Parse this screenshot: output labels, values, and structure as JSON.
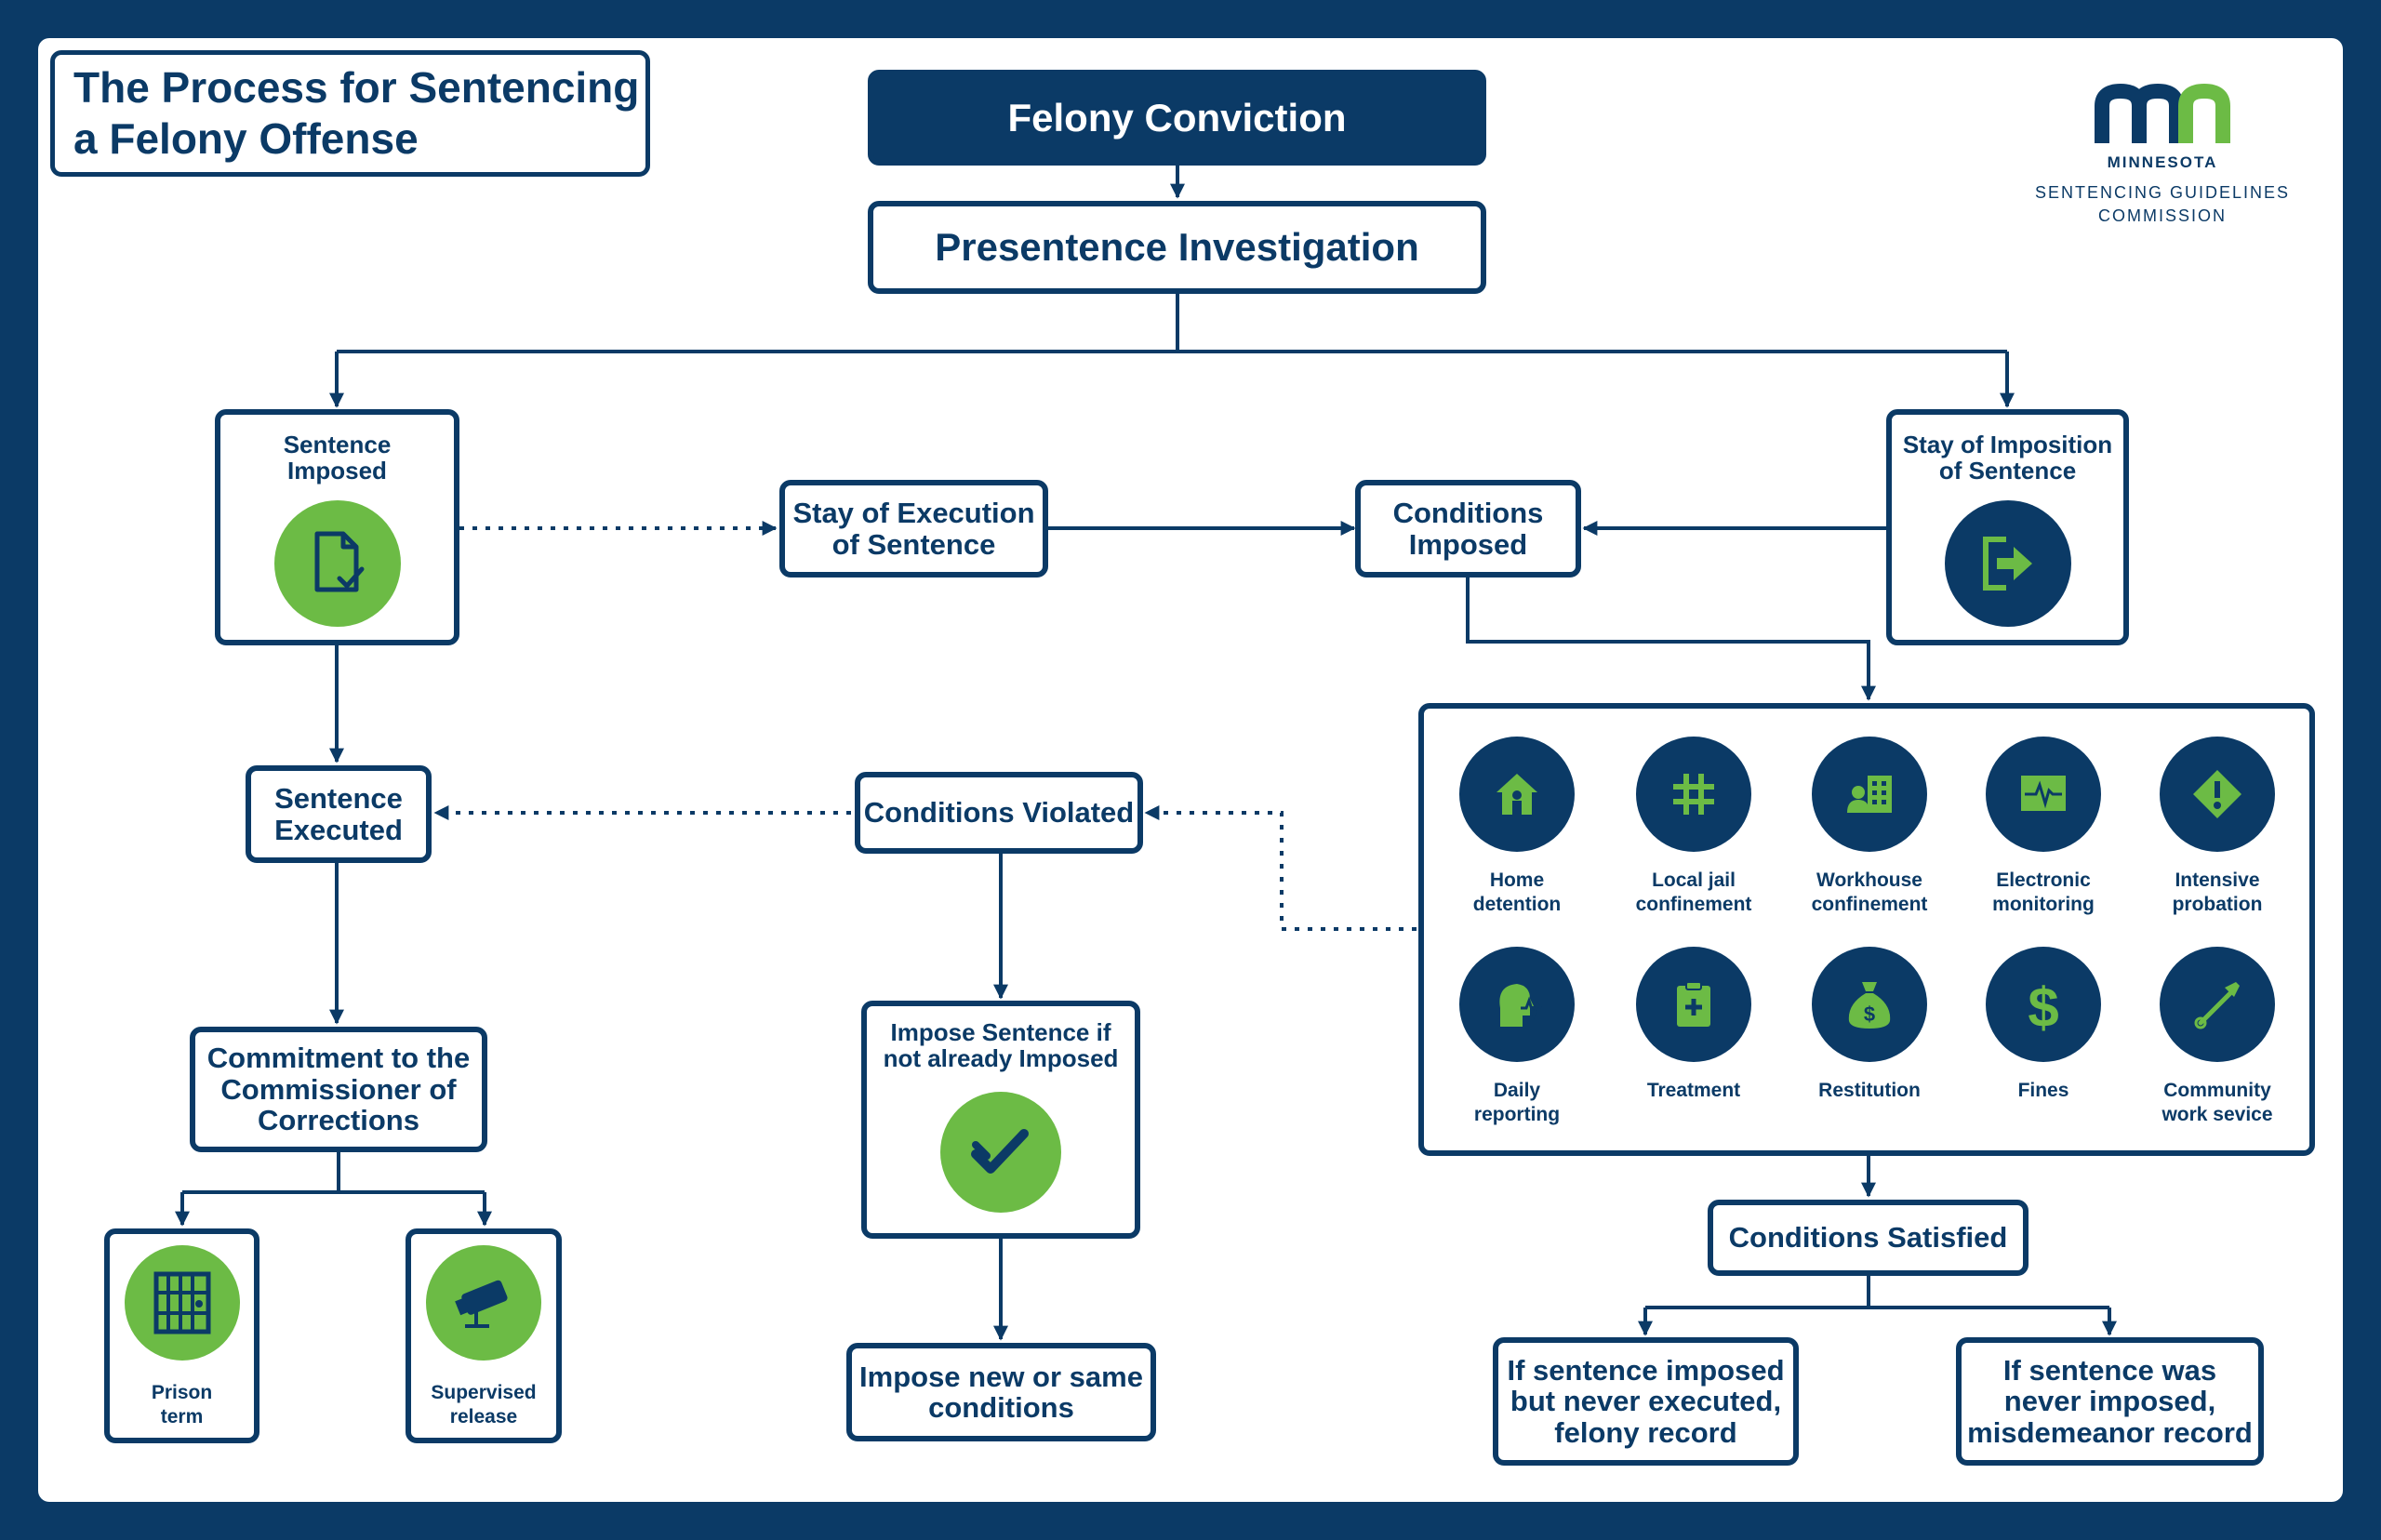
{
  "title": "The Process for Sentencing\na Felony Offense",
  "logo": {
    "state": "MINNESOTA",
    "org_line1": "SENTENCING GUIDELINES",
    "org_line2": "COMMISSION"
  },
  "nodes": {
    "felony_conviction": "Felony Conviction",
    "presentence_investigation": "Presentence Investigation",
    "sentence_imposed": "Sentence\nImposed",
    "stay_of_execution": "Stay of Execution\nof Sentence",
    "conditions_imposed": "Conditions\nImposed",
    "stay_of_imposition": "Stay of Imposition\nof Sentence",
    "sentence_executed": "Sentence\nExecuted",
    "conditions_violated": "Conditions Violated",
    "commitment": "Commitment to the\nCommissioner of\nCorrections",
    "impose_sentence": "Impose Sentence if\nnot already Imposed",
    "impose_conditions": "Impose new or same\nconditions",
    "prison_term": "Prison\nterm",
    "supervised_release": "Supervised\nrelease",
    "conditions_satisfied": "Conditions Satisfied",
    "felony_record": "If sentence imposed\nbut never executed,\nfelony record",
    "misdemeanor_record": "If sentence was\nnever imposed,\nmisdemeanor record"
  },
  "conditions": [
    {
      "label": "Home\ndetention",
      "icon": "house-icon"
    },
    {
      "label": "Local jail\nconfinement",
      "icon": "jail-bars-icon"
    },
    {
      "label": "Workhouse\nconfinement",
      "icon": "workhouse-icon"
    },
    {
      "label": "Electronic\nmonitoring",
      "icon": "heartbeat-monitor-icon"
    },
    {
      "label": "Intensive\nprobation",
      "icon": "warning-diamond-icon"
    },
    {
      "label": "Daily\nreporting",
      "icon": "speaking-head-icon"
    },
    {
      "label": "Treatment",
      "icon": "medical-clipboard-icon"
    },
    {
      "label": "Restitution",
      "icon": "money-bag-icon"
    },
    {
      "label": "Fines",
      "icon": "dollar-icon"
    },
    {
      "label": "Community\nwork sevice",
      "icon": "shovel-icon"
    }
  ],
  "colors": {
    "navy": "#0b3a66",
    "green": "#6cbb45",
    "white": "#ffffff"
  }
}
